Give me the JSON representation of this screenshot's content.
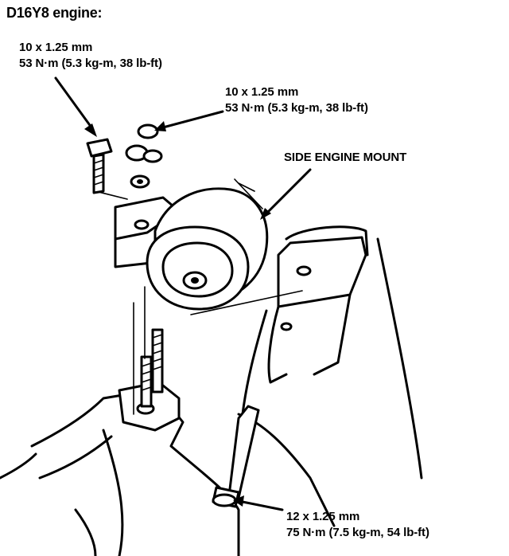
{
  "title": "D16Y8 engine:",
  "callouts": {
    "top_left": {
      "size": "10 x 1.25 mm",
      "torque": "53 N·m (5.3 kg-m, 38 lb-ft)"
    },
    "top_right": {
      "size": "10 x 1.25 mm",
      "torque": "53 N·m (5.3 kg-m, 38 lb-ft)"
    },
    "bottom": {
      "size": "12 x 1.25 mm",
      "torque": "75 N·m (7.5 kg-m, 54 lb-ft)"
    }
  },
  "part_label": "SIDE ENGINE MOUNT",
  "colors": {
    "line": "#000000",
    "background": "#ffffff"
  }
}
